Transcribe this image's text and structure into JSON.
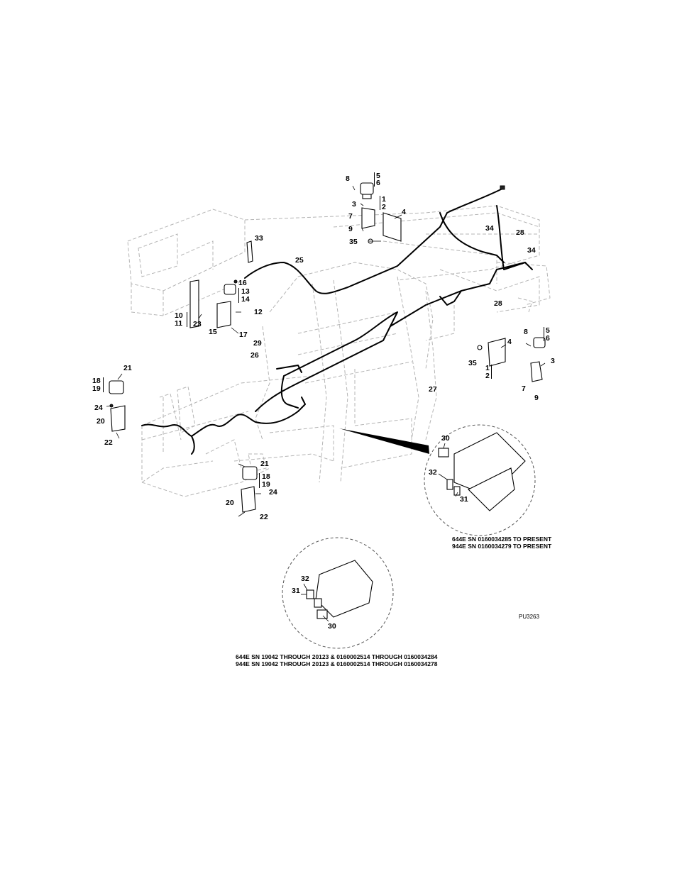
{
  "figure_id": "PU3263",
  "detail_notes": {
    "upper_detail": [
      "644E SN 0160034285 TO PRESENT",
      "944E SN 0160034279 TO PRESENT"
    ],
    "lower_detail": [
      "644E SN 19042 THROUGH 20123 & 0160002514 THROUGH 0160034284",
      "944E SN 19042 THROUGH 20123 & 0160002514 THROUGH 0160034278"
    ]
  },
  "callouts": {
    "c8a": "8",
    "c5a": "5",
    "c6a": "6",
    "c1a": "1",
    "c2a": "2",
    "c3a": "3",
    "c4a": "4",
    "c7a": "7",
    "c9a": "9",
    "c35a": "35",
    "c34a": "34",
    "c28a": "28",
    "c34b": "34",
    "c28b": "28",
    "c33": "33",
    "c25": "25",
    "c16": "16",
    "c13": "13",
    "c14": "14",
    "c12": "12",
    "c10": "10",
    "c11": "11",
    "c23": "23",
    "c15": "15",
    "c17": "17",
    "c29": "29",
    "c26": "26",
    "c27": "27",
    "c4b": "4",
    "c8b": "8",
    "c5b": "5",
    "c6b": "6",
    "c3b": "3",
    "c35b": "35",
    "c1b": "1",
    "c2b": "2",
    "c7b": "7",
    "c9b": "9",
    "c21a": "21",
    "c18a": "18",
    "c19a": "19",
    "c24a": "24",
    "c20a": "20",
    "c22a": "22",
    "c21b": "21",
    "c18b": "18",
    "c19b": "19",
    "c24b": "24",
    "c20b": "20",
    "c22b": "22",
    "c30a": "30",
    "c32a": "32",
    "c31a": "31",
    "c32b": "32",
    "c31b": "31",
    "c30b": "30"
  }
}
